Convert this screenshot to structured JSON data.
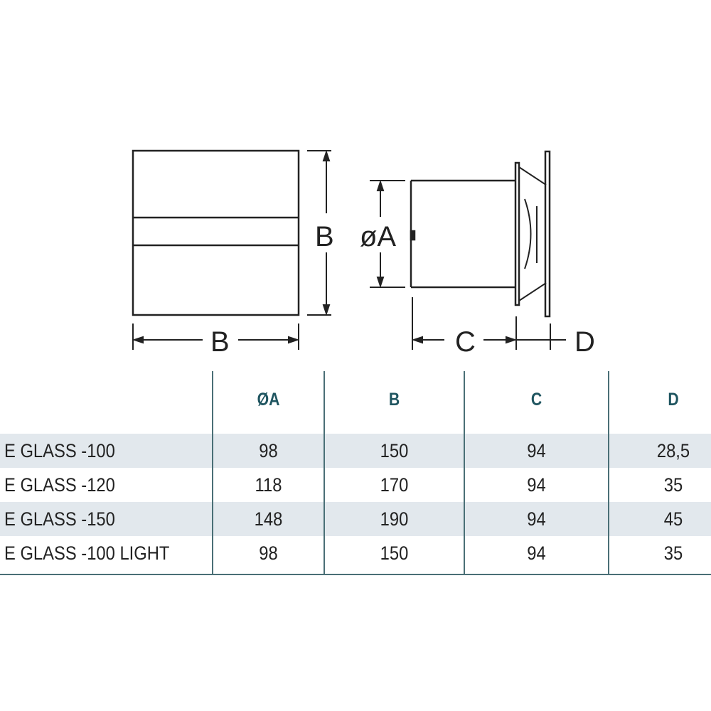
{
  "drawing": {
    "front_width_label": "B",
    "front_height_label": "B",
    "diameter_label": "øA",
    "depth_label": "C",
    "flange_label": "D"
  },
  "table": {
    "headers": [
      "ØA",
      "B",
      "C",
      "D"
    ],
    "rows": [
      {
        "model": "E GLASS -100",
        "values": [
          "98",
          "150",
          "94",
          "28,5"
        ]
      },
      {
        "model": "E GLASS -120",
        "values": [
          "118",
          "170",
          "94",
          "35"
        ]
      },
      {
        "model": "E GLASS -150",
        "values": [
          "148",
          "190",
          "94",
          "45"
        ]
      },
      {
        "model": "E GLASS -100 LIGHT",
        "values": [
          "98",
          "150",
          "94",
          "35"
        ]
      }
    ]
  }
}
